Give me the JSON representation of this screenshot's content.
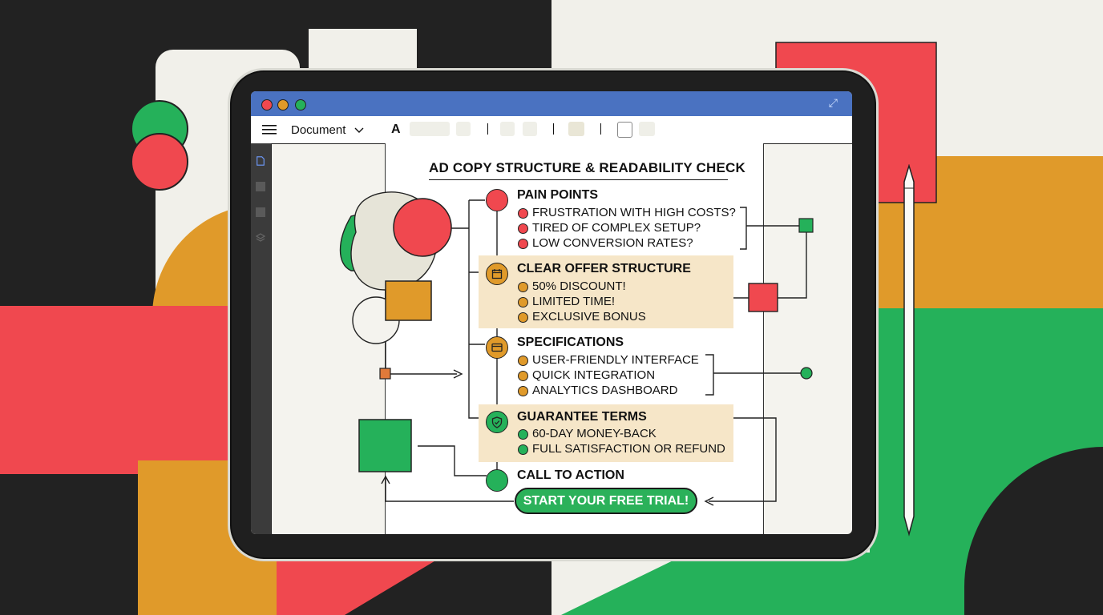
{
  "colors": {
    "red": "#f0484f",
    "green": "#25b15a",
    "orange": "#e09a2a",
    "black": "#222222",
    "cream": "#f6e6c8",
    "titlebar_blue": "#4a72c1"
  },
  "window": {
    "traffic_lights": [
      "close",
      "minimize",
      "zoom"
    ],
    "expand_icon": "expand-icon"
  },
  "toolbar": {
    "menu_icon": "hamburger-icon",
    "document_label": "Document",
    "font_icon_label": "A"
  },
  "document": {
    "title": "AD COPY STRUCTURE & READABILITY CHECK",
    "sections": [
      {
        "heading": "PAIN POINTS",
        "node_color": "#f0484f",
        "icon": "",
        "highlighted": false,
        "bullets": [
          "FRUSTRATION WITH HIGH COSTS?",
          "TIRED OF COMPLEX SETUP?",
          "LOW CONVERSION RATES?"
        ]
      },
      {
        "heading": "CLEAR OFFER STRUCTURE",
        "node_color": "#e09a2a",
        "icon": "calendar-offer-icon",
        "highlighted": true,
        "bullets": [
          "50% DISCOUNT!",
          "LIMITED TIME!",
          "EXCLUSIVE BONUS"
        ]
      },
      {
        "heading": "SPECIFICATIONS",
        "node_color": "#e09a2a",
        "icon": "card-icon",
        "highlighted": false,
        "bullets": [
          "USER-FRIENDLY INTERFACE",
          "QUICK INTEGRATION",
          "ANALYTICS DASHBOARD"
        ]
      },
      {
        "heading": "GUARANTEE TERMS",
        "node_color": "#25b15a",
        "icon": "shield-check-icon",
        "highlighted": true,
        "bullets": [
          "60-DAY MONEY-BACK",
          "FULL SATISFACTION OR REFUND"
        ]
      },
      {
        "heading": "CALL TO ACTION",
        "node_color": "#25b15a",
        "icon": "",
        "highlighted": false,
        "bullets": []
      }
    ],
    "cta_button": "START YOUR FREE TRIAL!"
  }
}
